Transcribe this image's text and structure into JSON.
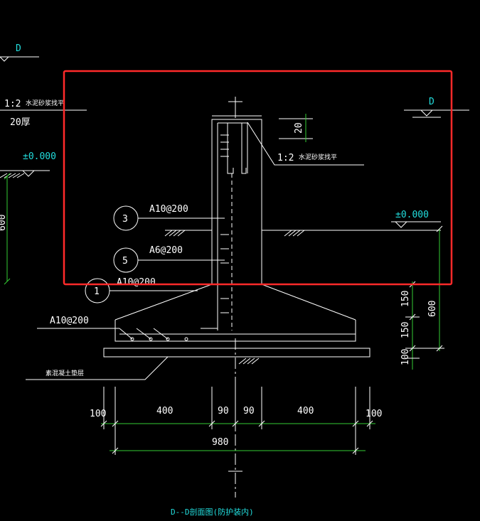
{
  "texts": {
    "left_ratio": "1:2",
    "left_mortar": "水泥砂浆找平",
    "left_thickness": "20厚",
    "left_level_d": "D",
    "left_level_zero": "±0.000",
    "left_dim_600": "600",
    "right_level_d": "D",
    "dim_20": "20",
    "center_ratio": "1:2",
    "center_mortar": "水泥砂浆找平",
    "label_3": "3",
    "label_5": "5",
    "label_1": "1",
    "rebar_3": "A10@200",
    "rebar_5": "A6@200",
    "rebar_1": "A10@200",
    "rebar_bottom": "A10@200",
    "right_level_zero": "±0.000",
    "dim_150a": "150",
    "dim_150b": "150",
    "dim_600": "600",
    "dim_100_right": "100",
    "cushion_note": "素混凝土垫层",
    "dim_100_l": "100",
    "dim_400_l": "400",
    "dim_90_l": "90",
    "dim_90_r": "90",
    "dim_400_r": "400",
    "dim_100_r": "100",
    "dim_980": "980",
    "caption": "D--D剖面图(防护装内)"
  },
  "colors": {
    "lines": "#ffffff",
    "text_white": "#ffffff",
    "text_cyan": "#22dddd",
    "leader_green": "#33cc33",
    "highlight_box": "#ff2a2a",
    "background": "#000000"
  }
}
